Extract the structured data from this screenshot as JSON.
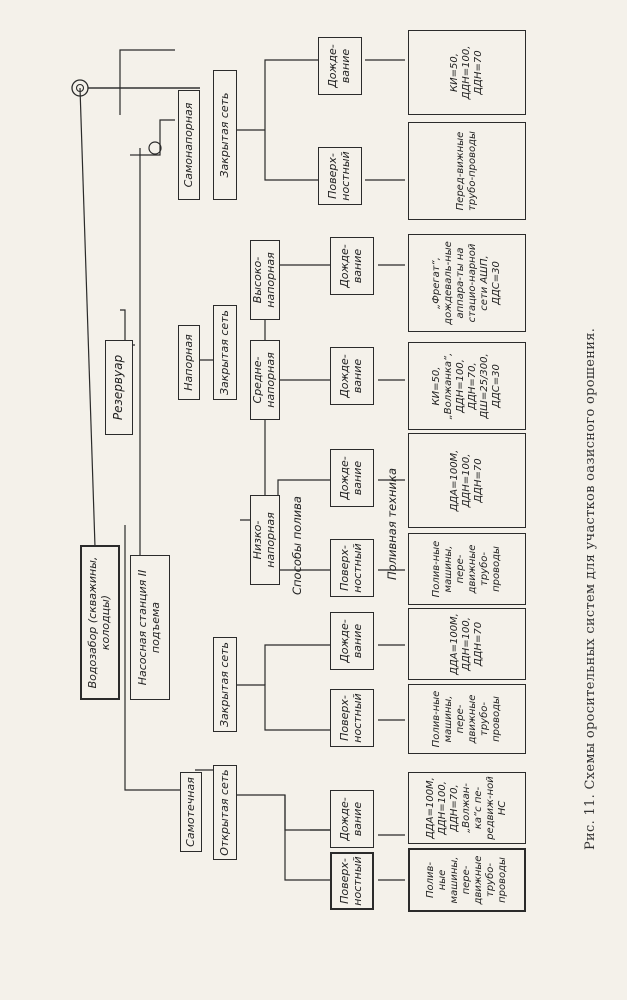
{
  "source": {
    "title": "Водозабор (скважины, колодцы)",
    "pump": "Насосная станция II подъема"
  },
  "reservoir": "Резервуар",
  "branches": {
    "self_flow": "Самотечная",
    "pressure": "Напорная",
    "self_pressure": "Самонапорная"
  },
  "networks": {
    "open": "Открытая сеть",
    "closed_a": "Закрытая сеть",
    "closed_b": "Закрытая сеть",
    "closed_c": "Закрытая сеть"
  },
  "pressure_levels": {
    "low": "Низко-напорная",
    "mid": "Средне-напорная",
    "high": "Высоко-напорная"
  },
  "methods": {
    "m1": "Поверх-ностный",
    "m2": "Дожде-вание",
    "m3": "Поверх-ностный",
    "m4": "Дожде-вание",
    "m5": "Поверх-ностный",
    "m6": "Дожде-вание",
    "m7": "Дожде-вание",
    "m8": "Дожде-вание",
    "m9": "Поверх-ностный",
    "m10": "Дожде-вание"
  },
  "equipment": {
    "e1": "Полив-ные машины, пере-движные трубо-проводы",
    "e2": "ДДА=100М, ДДН=100, ДДН=70, „Волжан-ка“с пе-редвиж-ной НС",
    "e3": "Полив-ные машины, пере-движные трубо-проводы",
    "e4": "ДДА=100М, ДДН=100, ДДН=70",
    "e5": "Полив-ные машины, пере-движные трубо-проводы",
    "e6": "ДДА=100М, ДДН=100, ДДН=70",
    "e7": "КИ=50, „Волжанка“, ДДН=100, ДДН=70, ДШ=25/300, ДДС=30",
    "e8": "„Фрегат“, дождеваль-ные аппара-ты на стацио-нарной сети АШП, ДДС=30",
    "e9": "Перед-вижные трубо-проводы",
    "e10": "КИ=50, ДДН=100, ДДН=70"
  },
  "labels": {
    "methods_group": "Способы полива",
    "tech_group": "Поливная техника"
  },
  "caption": "Рис. 11. Схемы оросительных систем для участков оазисного орошения."
}
